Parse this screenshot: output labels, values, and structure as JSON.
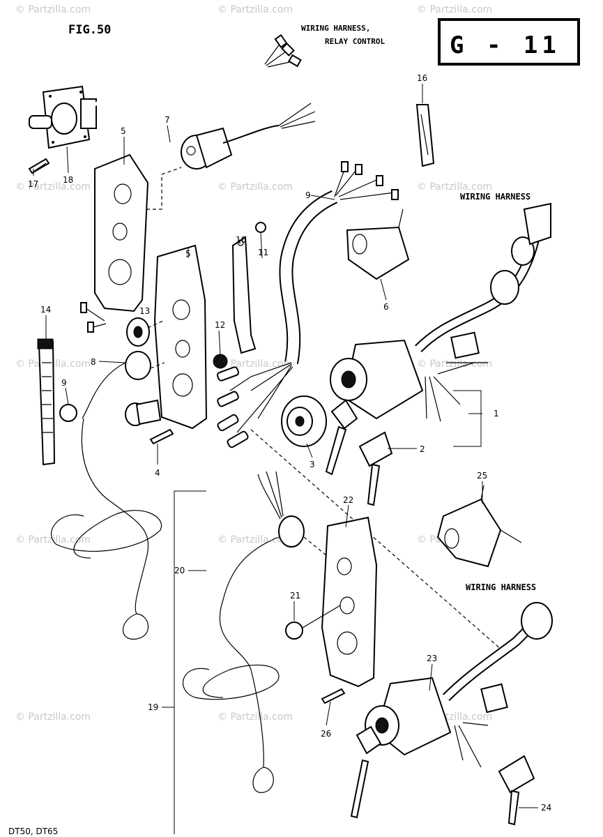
{
  "header": {
    "fig_label": "FIG.50",
    "page_code": "G - 11",
    "footer_models": "DT50, DT65"
  },
  "titles": {
    "relay_line1": "WIRING HARNESS,",
    "relay_line2": "RELAY CONTROL",
    "harness_top": "WIRING HARNESS",
    "harness_bottom": "WIRING HARNESS"
  },
  "watermarks": {
    "text": "© Partzilla.com",
    "center": "© Partzilla.com"
  },
  "callouts": {
    "p1": "1",
    "p2": "2",
    "p3": "3",
    "p4": "4",
    "p5a": "5",
    "p5b": "5",
    "p6": "6",
    "p7": "7",
    "p8": "8",
    "p9": "9",
    "p10": "10",
    "p11": "11",
    "p12": "12",
    "p13": "13",
    "p14": "14",
    "p16": "16",
    "p17": "17",
    "p18": "18",
    "p19": "19",
    "p20": "20",
    "p21": "21",
    "p22": "22",
    "p23": "23",
    "p24": "24",
    "p25": "25",
    "p26": "26"
  }
}
